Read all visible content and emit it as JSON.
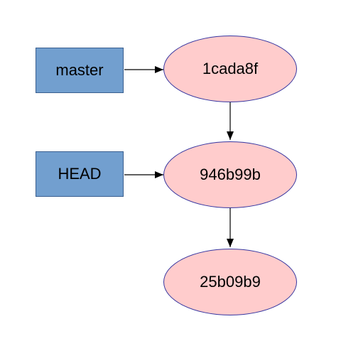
{
  "colors": {
    "ref_fill": "#729fcf",
    "commit_fill": "#ffcccc",
    "commit_border": "#3535a0",
    "ref_border": "#3a5f8f",
    "arrow": "#000000"
  },
  "refs": [
    {
      "id": "master",
      "label": "master",
      "points_to": "1cada8f"
    },
    {
      "id": "head",
      "label": "HEAD",
      "points_to": "946b99b"
    }
  ],
  "commits": [
    {
      "id": "c1",
      "label": "1cada8f",
      "parent": "946b99b"
    },
    {
      "id": "c2",
      "label": "946b99b",
      "parent": "25b09b9"
    },
    {
      "id": "c3",
      "label": "25b09b9"
    }
  ]
}
